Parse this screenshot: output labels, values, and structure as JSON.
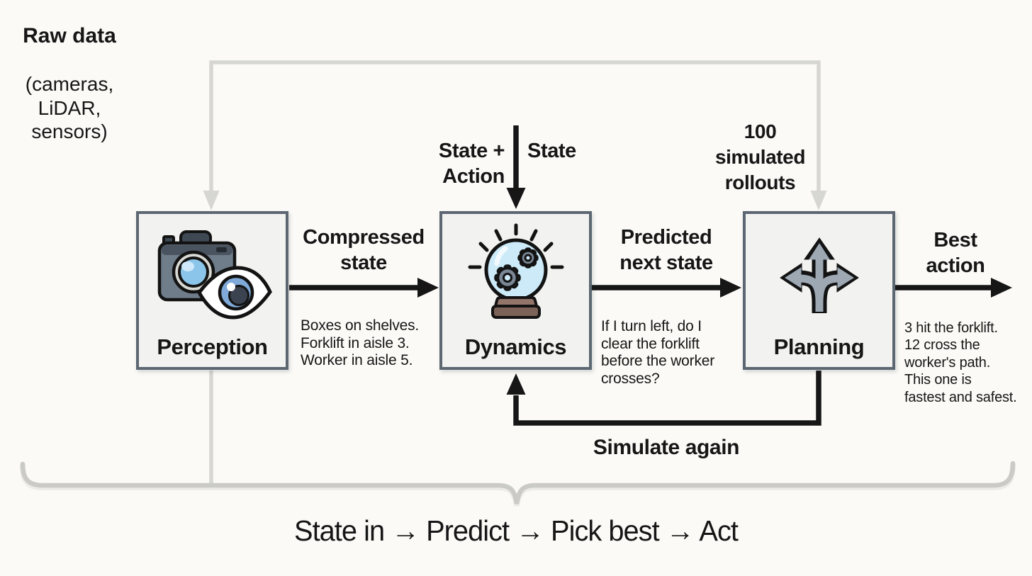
{
  "theme": {
    "background": "#fbfaf7",
    "box_fill": "#f2f2f0",
    "box_border": "#5c6772",
    "arrow_black": "#161616",
    "loop_gray": "#d6d6d3",
    "brace_gray": "#cacac7",
    "text_color": "#161616"
  },
  "diagram": {
    "raw_data": {
      "title": "Raw data",
      "subtitle": "(cameras,\nLiDAR,\nsensors)"
    },
    "boxes": [
      {
        "id": "perception",
        "title": "Perception",
        "icon": "camera-eye-icon"
      },
      {
        "id": "dynamics",
        "title": "Dynamics",
        "icon": "crystal-ball-gears-icon"
      },
      {
        "id": "planning",
        "title": "Planning",
        "icon": "branching-arrows-icon"
      }
    ],
    "edges": {
      "compressed_state": {
        "label": "Compressed\nstate",
        "note": "Boxes on shelves.\nForklift in aisle 3.\nWorker in aisle 5."
      },
      "state_input": {
        "left_label": "State +\nAction",
        "right_label": "State"
      },
      "predicted_next_state": {
        "label": "Predicted\nnext state",
        "note": "If I turn left, do I\nclear the forklift\nbefore the worker\ncrosses?"
      },
      "rollouts": {
        "label": "100\nsimulated\nrollouts"
      },
      "best_action": {
        "label": "Best\naction",
        "note": "3 hit the forklift.\n12 cross the\nworker's path.\nThis one is\nfastest and safest."
      },
      "simulate_again": {
        "label": "Simulate again"
      }
    },
    "summary": "State in → Predict → Pick best → Act"
  }
}
